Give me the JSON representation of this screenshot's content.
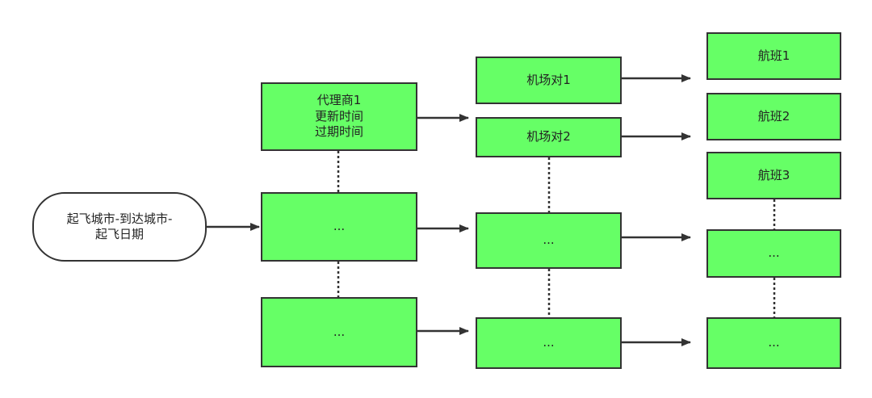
{
  "colors": {
    "box_fill": "#66ff66",
    "start_fill": "#ffffff",
    "stroke": "#333333"
  },
  "start_node": {
    "line1": "起飞城市-到达城市-",
    "line2": "起飞日期"
  },
  "agents": {
    "agent1": {
      "line1": "代理商1",
      "line2": "更新时间",
      "line3": "过期时间"
    },
    "ellipsis_a": "...",
    "ellipsis_b": "..."
  },
  "airport_pairs": {
    "pair1": "机场对1",
    "pair2": "机场对2",
    "ellipsis_a": "...",
    "ellipsis_b": "..."
  },
  "flights": {
    "flight1": "航班1",
    "flight2": "航班2",
    "flight3": "航班3",
    "ellipsis_a": "...",
    "ellipsis_b": "..."
  }
}
